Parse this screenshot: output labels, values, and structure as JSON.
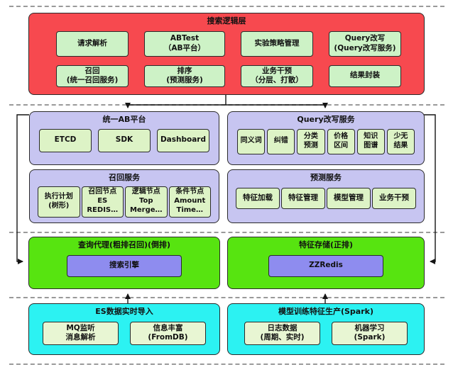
{
  "colors": {
    "background": "#ffffff",
    "red": "#f7494f",
    "light_green": "#cdf2c6",
    "lavender": "#c7c5f1",
    "pale_green": "#ddf3c6",
    "bright_green": "#57e410",
    "inner_purple": "#8e8cef",
    "cyan": "#2cf2f2",
    "pale_yellow_green": "#e8f6d3",
    "border_dark": "#2a2a2a",
    "connector": "#141414",
    "dash": "#9a9a9a"
  },
  "sections": {
    "search_logic": {
      "title": "搜索逻辑层",
      "items": [
        "请求解析",
        "ABTest\n（AB平台）",
        "实验策略管理",
        "Query改写\n(Query改写服务)",
        "召回\n(统一召回服务)",
        "排序\n(预测服务)",
        "业务干预\n（分层、打散）",
        "结果封装"
      ]
    },
    "ab_platform": {
      "title": "统一AB平台",
      "items": [
        "ETCD",
        "SDK",
        "Dashboard"
      ]
    },
    "query_rewrite": {
      "title": "Query改写服务",
      "items": [
        "同义词",
        "纠错",
        "分类\n预测",
        "价格\n区间",
        "知识\n图谱",
        "少无\n结果"
      ]
    },
    "recall_service": {
      "title": "召回服务",
      "items": [
        "执行计划\n(树形)",
        "召回节点\nES REDIS…",
        "逻辑节点\nTop Merge…",
        "条件节点\nAmount\nTime…"
      ]
    },
    "prediction_service": {
      "title": "预测服务",
      "items": [
        "特征加载",
        "特征管理",
        "模型管理",
        "业务干预"
      ]
    },
    "query_proxy": {
      "title": "查询代理(粗排召回)(倒排)",
      "items": [
        "搜索引擎"
      ]
    },
    "feature_storage": {
      "title": "特征存储(正排)",
      "items": [
        "ZZRedis"
      ]
    },
    "es_import": {
      "title": "ES数据实时导入",
      "items": [
        "MQ监听\n消息解析",
        "信息丰富\n(FromDB)"
      ]
    },
    "model_training": {
      "title": "模型训练特征生产(Spark)",
      "items": [
        "日志数据\n(周期、实时)",
        "机器学习\n(Spark)"
      ]
    }
  }
}
